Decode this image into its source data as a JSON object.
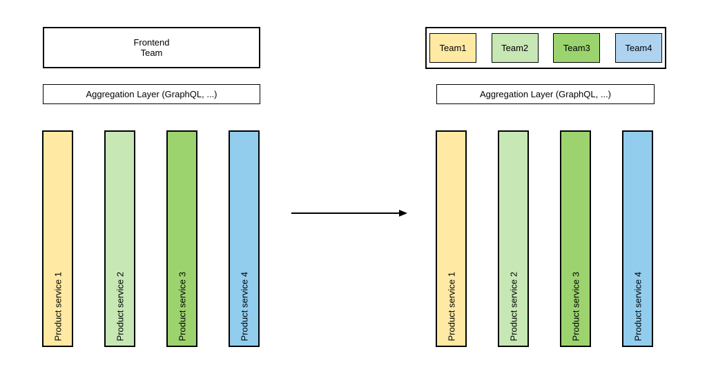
{
  "background": "#ffffff",
  "border_color": "#000000",
  "left_diagram": {
    "frontend_box": {
      "lines": [
        "Frontend",
        "Team"
      ]
    },
    "aggregation_label": "Aggregation Layer (GraphQL, ...)",
    "services": [
      {
        "label": "Product service 1",
        "color": "#ffe9a3"
      },
      {
        "label": "Product service 2",
        "color": "#c7e7b5"
      },
      {
        "label": "Product service 3",
        "color": "#9cd36f"
      },
      {
        "label": "Product service 4",
        "color": "#92cdee"
      }
    ]
  },
  "arrow": {
    "direction": "right",
    "color": "#000000"
  },
  "right_diagram": {
    "teams": [
      {
        "label": "Team1",
        "color": "#ffe9a3"
      },
      {
        "label": "Team2",
        "color": "#c7e7b5"
      },
      {
        "label": "Team3",
        "color": "#9bd46e"
      },
      {
        "label": "Team4",
        "color": "#aed3f0"
      }
    ],
    "aggregation_label": "Aggregation Layer (GraphQL, ...)",
    "services": [
      {
        "label": "Product service 1",
        "color": "#ffe9a3"
      },
      {
        "label": "Product service 2",
        "color": "#c7e7b5"
      },
      {
        "label": "Product service 3",
        "color": "#9cd36f"
      },
      {
        "label": "Product service 4",
        "color": "#92cdee"
      }
    ]
  }
}
